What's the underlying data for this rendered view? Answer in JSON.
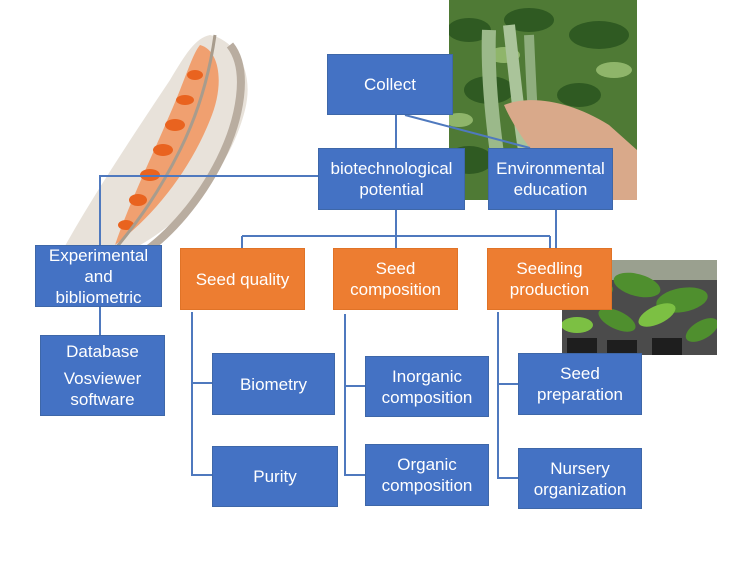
{
  "colors": {
    "blue": "#4472c4",
    "orange": "#ed7d31",
    "connector": "#4f79be"
  },
  "nodes": {
    "collect": "Collect",
    "biotech": "biotechnological\npotential",
    "env_edu": "Environmental\neducation",
    "experimental": "Experimental\nand\nbibliometric",
    "database": "Database",
    "vosviewer": "Vosviewer\nsoftware",
    "seed_quality": "Seed quality",
    "seed_composition": "Seed\ncomposition",
    "seedling_production": "Seedling\nproduction",
    "biometry": "Biometry",
    "purity": "Purity",
    "inorganic": "Inorganic\ncomposition",
    "organic": "Organic\ncomposition",
    "seed_prep": "Seed\npreparation",
    "nursery": "Nursery\norganization"
  },
  "images": [
    "seed-pod-photo",
    "hand-holding-pods-photo",
    "seedlings-nursery-photo"
  ]
}
